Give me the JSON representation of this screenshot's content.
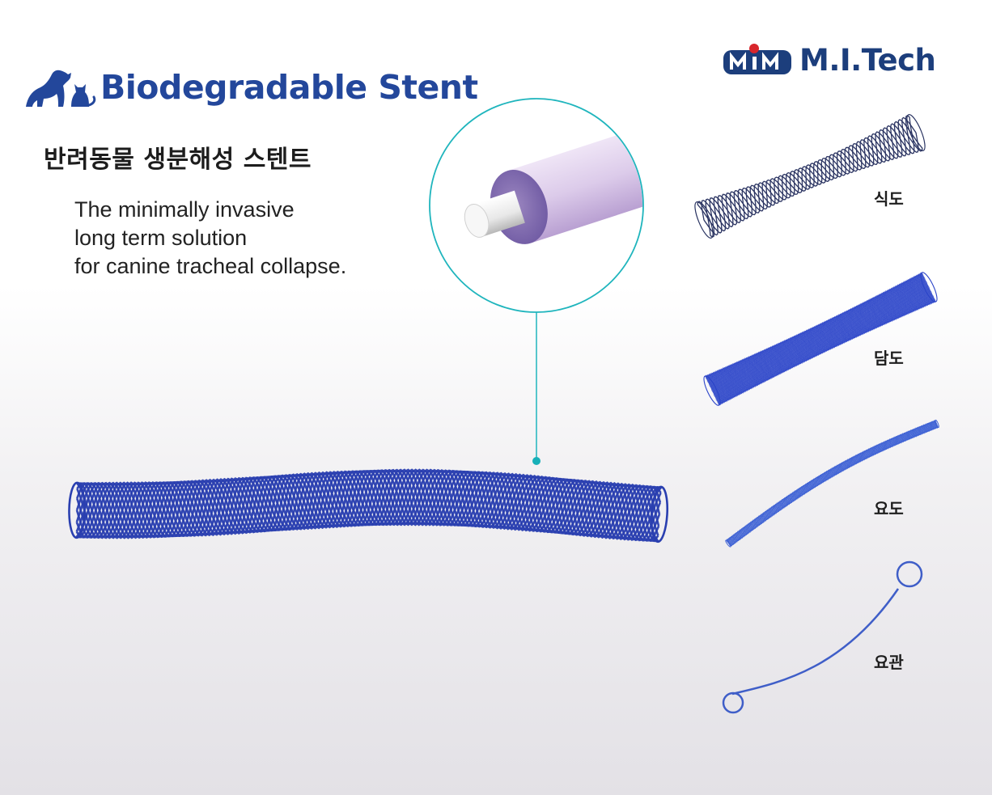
{
  "header": {
    "title": "Biodegradable Stent",
    "subtitle_ko": "반려동물 생분해성 스텐트",
    "description": [
      "The minimally invasive",
      "long term solution",
      "for canine tracheal collapse."
    ]
  },
  "brand": {
    "logo_text": "M.I.Tech",
    "logo_mark_icon": "mitech-logo-mark",
    "colors": {
      "title_blue": "#23479b",
      "brand_blue": "#1c3e7c",
      "brand_red": "#d8262c",
      "stent_blue": "#2a3fb0",
      "accent_teal": "#18b0b8"
    }
  },
  "illustration": {
    "main_stent": "biodegradable-stent-mesh",
    "magnified_view": "wire-cross-section-icon"
  },
  "stent_types": [
    {
      "label": "식도",
      "icon": "esophageal-stent-icon"
    },
    {
      "label": "담도",
      "icon": "biliary-stent-icon"
    },
    {
      "label": "요도",
      "icon": "urethral-stent-icon"
    },
    {
      "label": "요관",
      "icon": "ureteral-stent-icon"
    }
  ]
}
